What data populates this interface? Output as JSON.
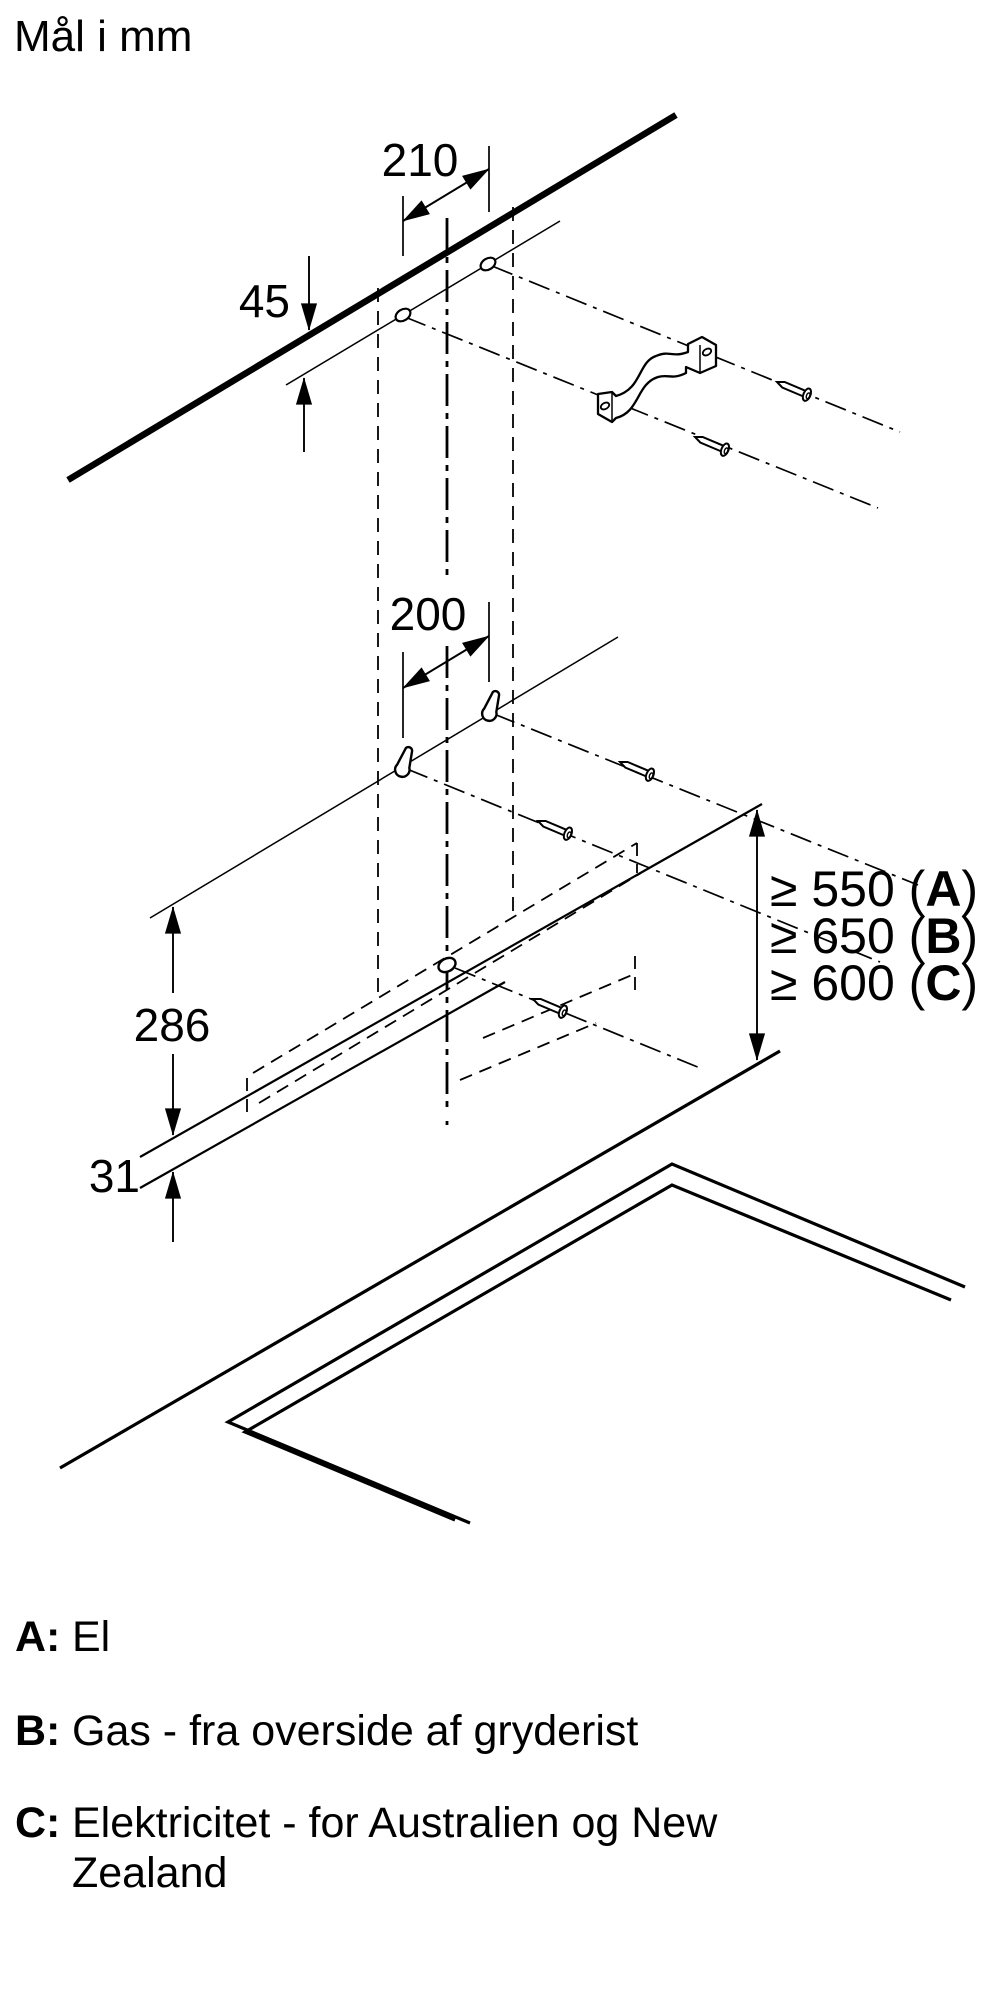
{
  "title": "Mål i mm",
  "drawing": {
    "kind": "installation-dimension-drawing",
    "subject": "wall-mounted cooker hood above hob",
    "dimensions": {
      "bracket_hole_spacing": "210",
      "bracket_offset_from_ceiling_line": "45",
      "hood_keyhole_spacing": "200",
      "hood_body_height": "286",
      "bottom_lip_height": "31"
    },
    "clearances": [
      {
        "prefix": "≥ 550 (",
        "letter": "A",
        "suffix": ")"
      },
      {
        "prefix": "≥ 650 (",
        "letter": "B",
        "suffix": ")"
      },
      {
        "prefix": "≥ 600 (",
        "letter": "C",
        "suffix": ")"
      }
    ]
  },
  "legend": [
    {
      "label": "A:",
      "text": "El"
    },
    {
      "label": "B:",
      "text": "Gas - fra overside af gryderist"
    },
    {
      "label": "C:",
      "text": "Elektricitet - for Australien og New Zealand"
    }
  ],
  "colors": {
    "ink": "#000000",
    "background": "#ffffff"
  }
}
